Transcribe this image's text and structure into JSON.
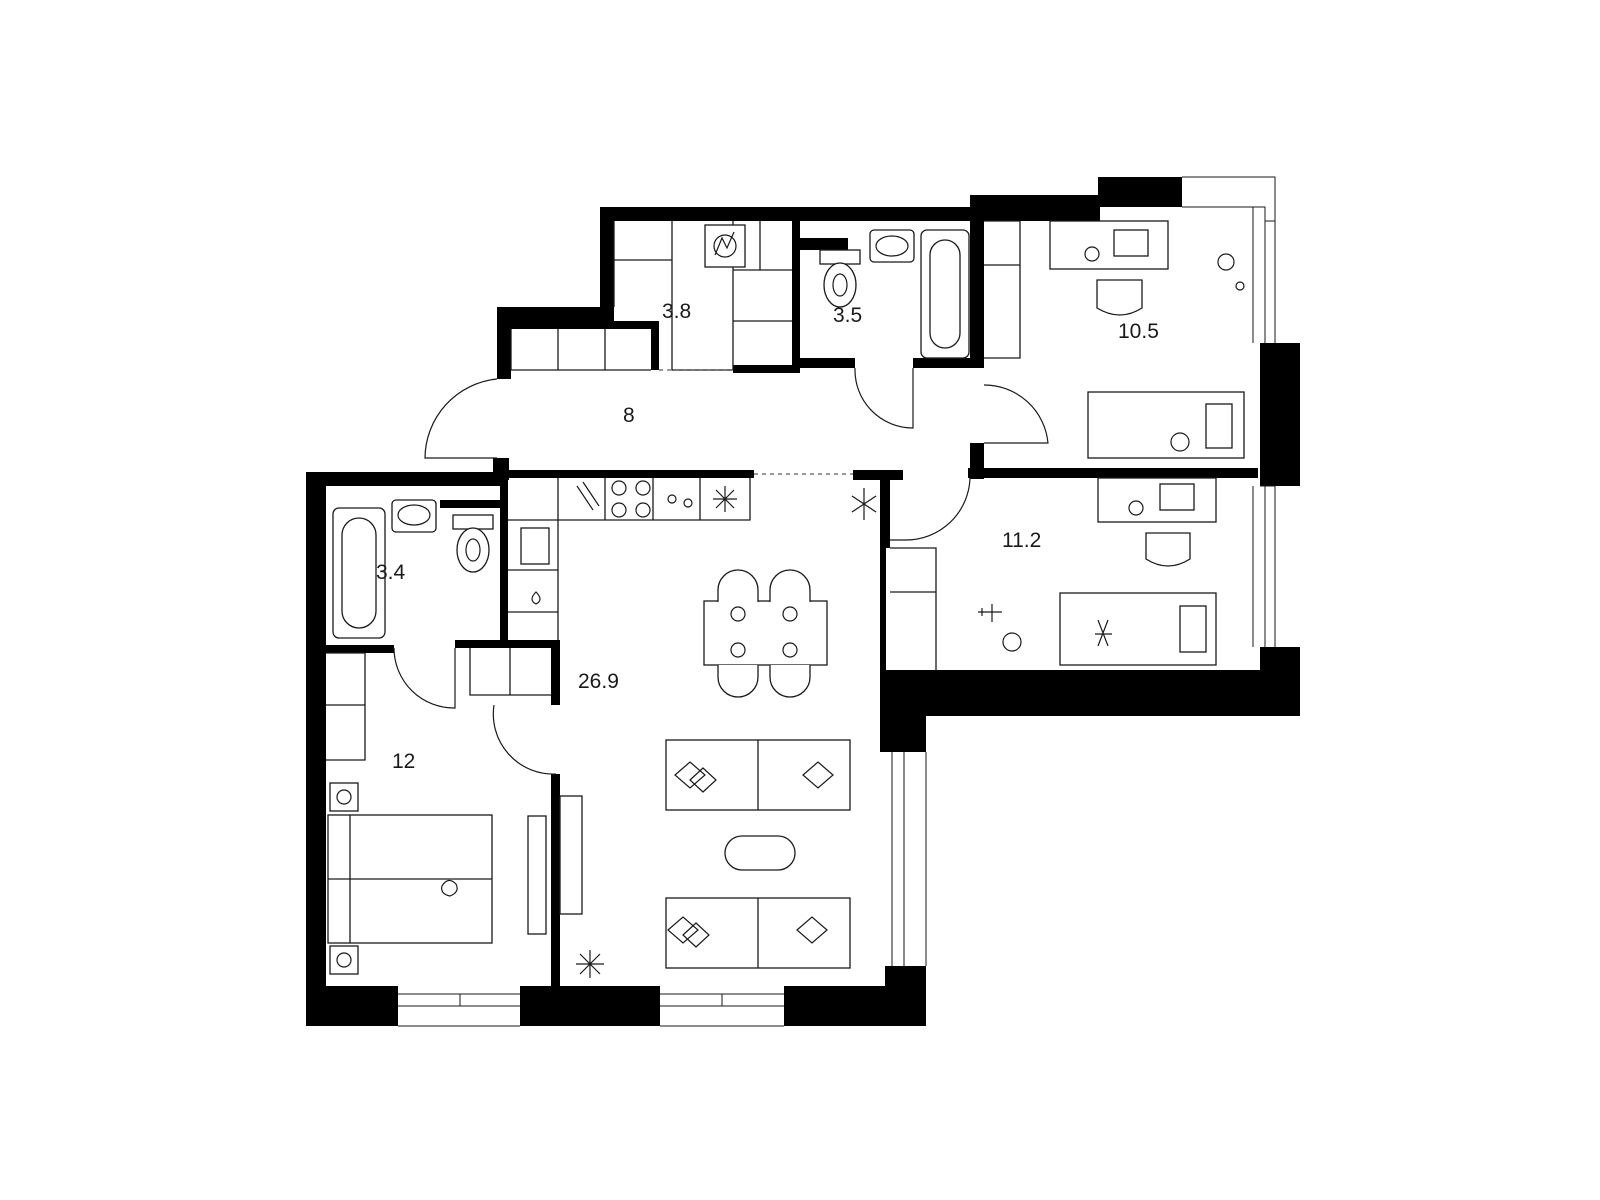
{
  "rooms": [
    {
      "id": "storage",
      "area": "3.8"
    },
    {
      "id": "wc-top",
      "area": "3.5"
    },
    {
      "id": "kids-room-1",
      "area": "10.5"
    },
    {
      "id": "hallway",
      "area": "8"
    },
    {
      "id": "kids-room-2",
      "area": "11.2"
    },
    {
      "id": "bathroom",
      "area": "3.4"
    },
    {
      "id": "kitchen-living",
      "area": "26.9"
    },
    {
      "id": "bedroom",
      "area": "12"
    }
  ],
  "colors": {
    "wall": "#000000",
    "line": "#1a1a1a",
    "background": "#ffffff"
  }
}
